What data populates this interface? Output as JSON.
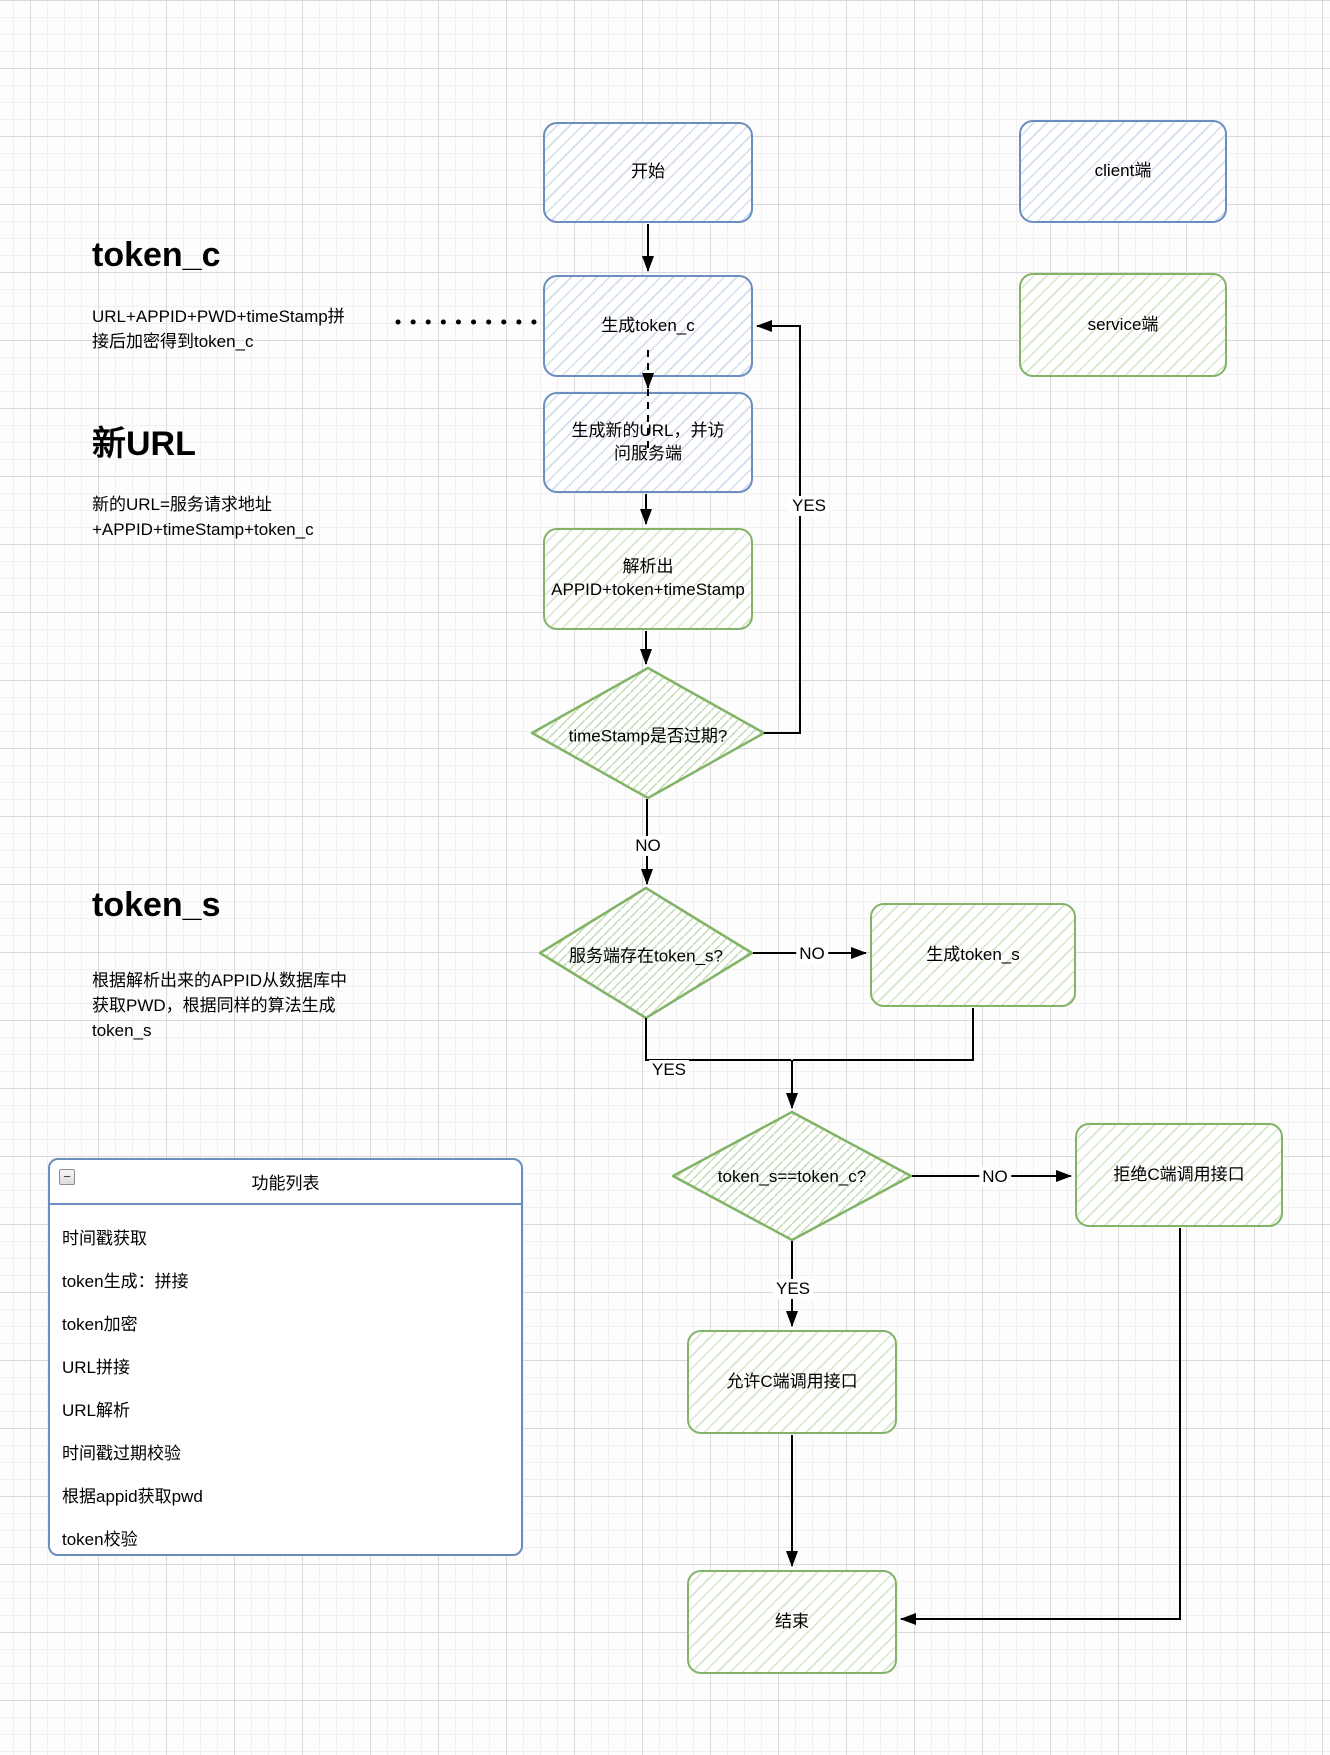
{
  "colors": {
    "blue_stroke": "#6c8ebf",
    "blue_fill": "#dae8fc",
    "green_stroke": "#82b366",
    "green_fill": "#d5e8d4",
    "connector": "#000000"
  },
  "annotations": {
    "token_c": {
      "heading": "token_c",
      "body": "URL+APPID+PWD+timeStamp拼\n接后加密得到token_c"
    },
    "new_url": {
      "heading": "新URL",
      "body": "新的URL=服务请求地址\n+APPID+timeStamp+token_c"
    },
    "token_s": {
      "heading": "token_s",
      "body": "根据解析出来的APPID从数据库中\n获取PWD，根据同样的算法生成\ntoken_s"
    }
  },
  "nodes": {
    "start": "开始",
    "client": "client端",
    "service": "service端",
    "gen_token_c": "生成token_c",
    "gen_new_url": "生成新的URL，并访\n问服务端",
    "parse": "解析出\nAPPID+token+timeStamp",
    "check_timestamp": "timeStamp是否过期?",
    "check_exists": "服务端存在token_s?",
    "gen_token_s": "生成token_s",
    "check_equal": "token_s==token_c?",
    "reject": "拒绝C端调用接口",
    "allow": "允许C端调用接口",
    "end": "结束"
  },
  "edge_labels": {
    "timestamp_yes": "YES",
    "timestamp_no": "NO",
    "exists_no": "NO",
    "exists_yes": "YES",
    "equal_no": "NO",
    "equal_yes": "YES"
  },
  "panel": {
    "title": "功能列表",
    "minimize": "−",
    "items": [
      "时间戳获取",
      "token生成：拼接",
      "token加密",
      "URL拼接",
      "URL解析",
      "时间戳过期校验",
      "根据appid获取pwd",
      "token校验"
    ]
  }
}
